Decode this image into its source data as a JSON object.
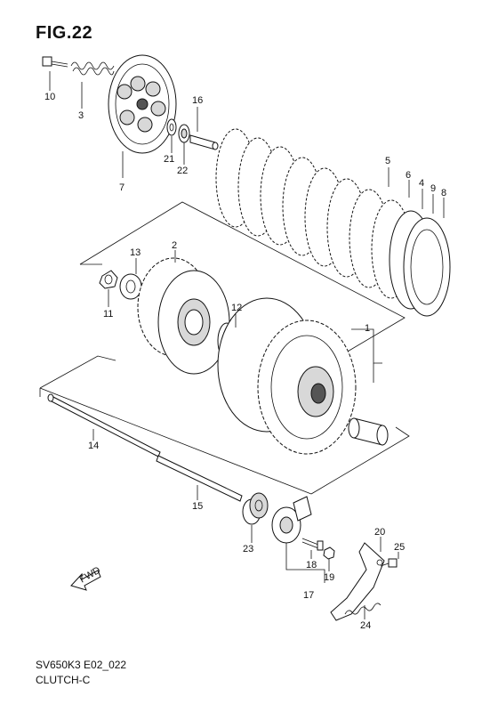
{
  "figure": {
    "title": "FIG.22",
    "model_code": "SV650K3 E02_022",
    "section_name": "CLUTCH-C",
    "fwd_label": "FWD"
  },
  "callouts": [
    {
      "id": "c1",
      "label": "1"
    },
    {
      "id": "c2",
      "label": "2"
    },
    {
      "id": "c3",
      "label": "3"
    },
    {
      "id": "c4",
      "label": "4"
    },
    {
      "id": "c5",
      "label": "5"
    },
    {
      "id": "c6",
      "label": "6"
    },
    {
      "id": "c7",
      "label": "7"
    },
    {
      "id": "c8",
      "label": "8"
    },
    {
      "id": "c9",
      "label": "9"
    },
    {
      "id": "c10",
      "label": "10"
    },
    {
      "id": "c11",
      "label": "11"
    },
    {
      "id": "c12",
      "label": "12"
    },
    {
      "id": "c13",
      "label": "13"
    },
    {
      "id": "c14",
      "label": "14"
    },
    {
      "id": "c15",
      "label": "15"
    },
    {
      "id": "c16",
      "label": "16"
    },
    {
      "id": "c17",
      "label": "17"
    },
    {
      "id": "c18",
      "label": "18"
    },
    {
      "id": "c19",
      "label": "19"
    },
    {
      "id": "c20",
      "label": "20"
    },
    {
      "id": "c21",
      "label": "21"
    },
    {
      "id": "c22",
      "label": "22"
    },
    {
      "id": "c23",
      "label": "23"
    },
    {
      "id": "c24",
      "label": "24"
    },
    {
      "id": "c25",
      "label": "25"
    }
  ]
}
